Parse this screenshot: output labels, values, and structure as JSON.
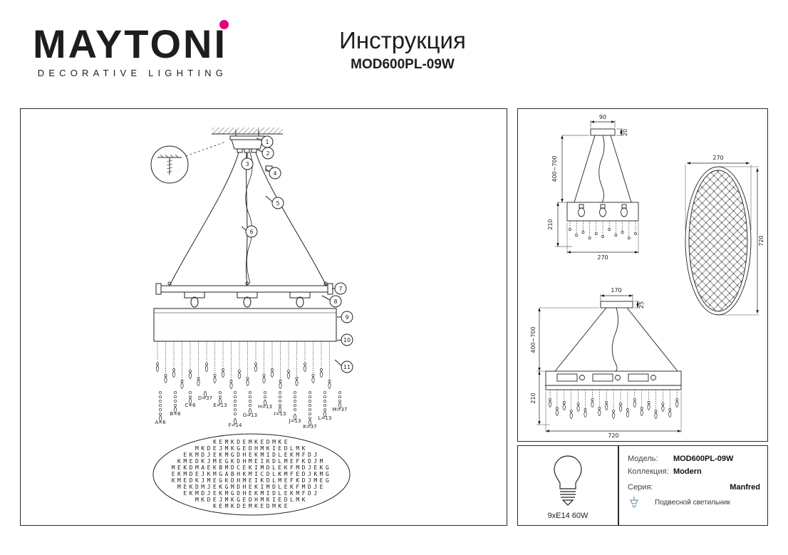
{
  "colors": {
    "accent": "#e6007e",
    "ink": "#1d1d1b"
  },
  "header": {
    "brand": "MAYTONI",
    "brand_sub": "DECORATIVE LIGHTING",
    "title": "Инструкция",
    "model": "MOD600PL-09W"
  },
  "assembly": {
    "callouts": [
      "1",
      "2",
      "3",
      "4",
      "5",
      "6",
      "7",
      "8",
      "9",
      "10",
      "11"
    ],
    "strand_labels": [
      "A=6",
      "B=6",
      "C=6",
      "D=37",
      "E=13",
      "F=14",
      "G=13",
      "H=13",
      "I=13",
      "J=13",
      "K=37",
      "L=13",
      "M=37"
    ],
    "pattern_rows": [
      "KEMKDEMKEDMKE",
      "MKDEJMKGEDHMKIEDLMK",
      "EKMDJEKMGDHEKMIDLEKMFDJ",
      "KMEDKJMEGKDHMEIKDLMEFKDJM",
      "MEKDMAEKBMDCEKIMDLEKFMDJEKG",
      "EKMDEJKMGABHKMICDLKMFEDJKMG",
      "KMEDKJMEGKDHMEIKDLMEFKDJMEG",
      "MEKDMJEKGMDHEKIMDLEKFMDJE",
      "EKMDJEKMGDHEKMIDLEKMFDJ",
      "MKDEJMKGEDHMKIEDLMK",
      "KEMKDEMKEDMKE"
    ]
  },
  "view_front": {
    "canopy_width": "90",
    "canopy_height": "20",
    "cable": "400~700",
    "shade_height": "210",
    "width": "270"
  },
  "view_top": {
    "width": "270",
    "length": "720"
  },
  "view_side": {
    "canopy_width": "170",
    "canopy_height": "25",
    "cable": "400~700",
    "shade_height": "210",
    "width": "720"
  },
  "specs": {
    "bulb": "9xE14 60W",
    "model_label": "Модель:",
    "model_value": "MOD600PL-09W",
    "collection_label": "Коллекция:",
    "collection_value": "Modern",
    "series_label": "Серия:",
    "series_value": "Manfred",
    "type_value": "Подвесной светильник"
  }
}
